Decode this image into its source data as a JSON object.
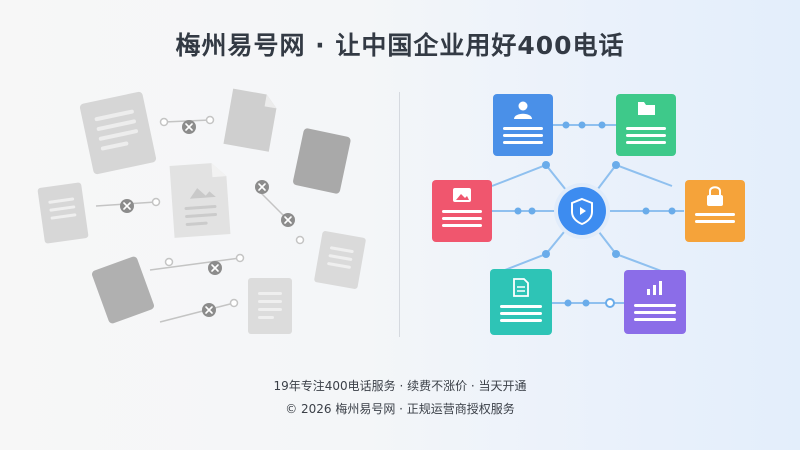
{
  "header": {
    "title": "梅州易号网 · 让中国企业用好400电话"
  },
  "footer": {
    "line1": "19年专注400电话服务 · 续费不涨价 · 当天开通",
    "line2": "© 2026 梅州易号网 · 正规运营商授权服务"
  },
  "colors": {
    "hub": "#3d8cf0",
    "card_user": "#4a90e8",
    "card_folder": "#3ec98a",
    "card_image": "#f0566e",
    "card_lock": "#f5a33a",
    "card_doc": "#2ec4b6",
    "card_chart": "#8b6de8",
    "connector": "#7ab6ee",
    "scattered_doc": "#cfcfcf"
  },
  "icons": {
    "hub": "shield-icon",
    "cards": [
      "user-icon",
      "folder-icon",
      "image-icon",
      "lock-icon",
      "document-icon",
      "bar-chart-icon"
    ]
  }
}
